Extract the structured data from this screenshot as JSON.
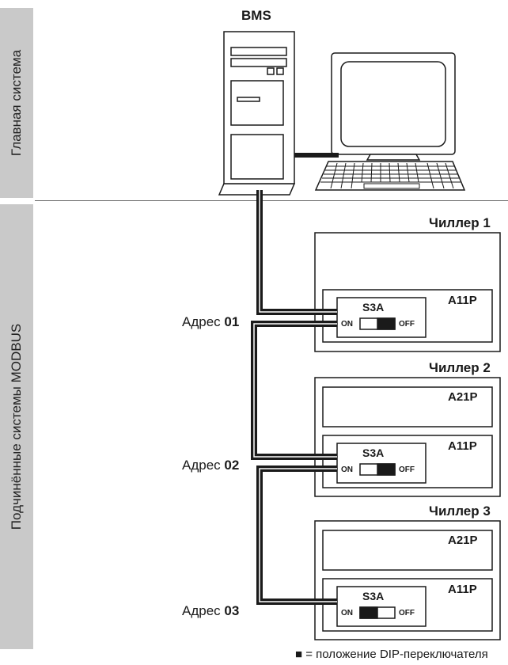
{
  "sidebar": {
    "top_label": "Главная система",
    "bottom_label": "Подчинённые системы MODBUS"
  },
  "bms_label": "BMS",
  "chillers": [
    {
      "title": "Чиллер 1",
      "board": "A11P",
      "switch": "S3A",
      "on_label": "ON",
      "off_label": "OFF",
      "address_prefix": "Адрес",
      "address": "01",
      "dip": "OFF"
    },
    {
      "title": "Чиллер 2",
      "extra_board": "A21P",
      "board": "A11P",
      "switch": "S3A",
      "on_label": "ON",
      "off_label": "OFF",
      "address_prefix": "Адрес",
      "address": "02",
      "dip": "OFF"
    },
    {
      "title": "Чиллер 3",
      "extra_board": "A21P",
      "board": "A11P",
      "switch": "S3A",
      "on_label": "ON",
      "off_label": "OFF",
      "address_prefix": "Адрес",
      "address": "03",
      "dip": "ON"
    }
  ],
  "legend": {
    "symbol": "■",
    "text": "= положение DIP-переключателя"
  }
}
